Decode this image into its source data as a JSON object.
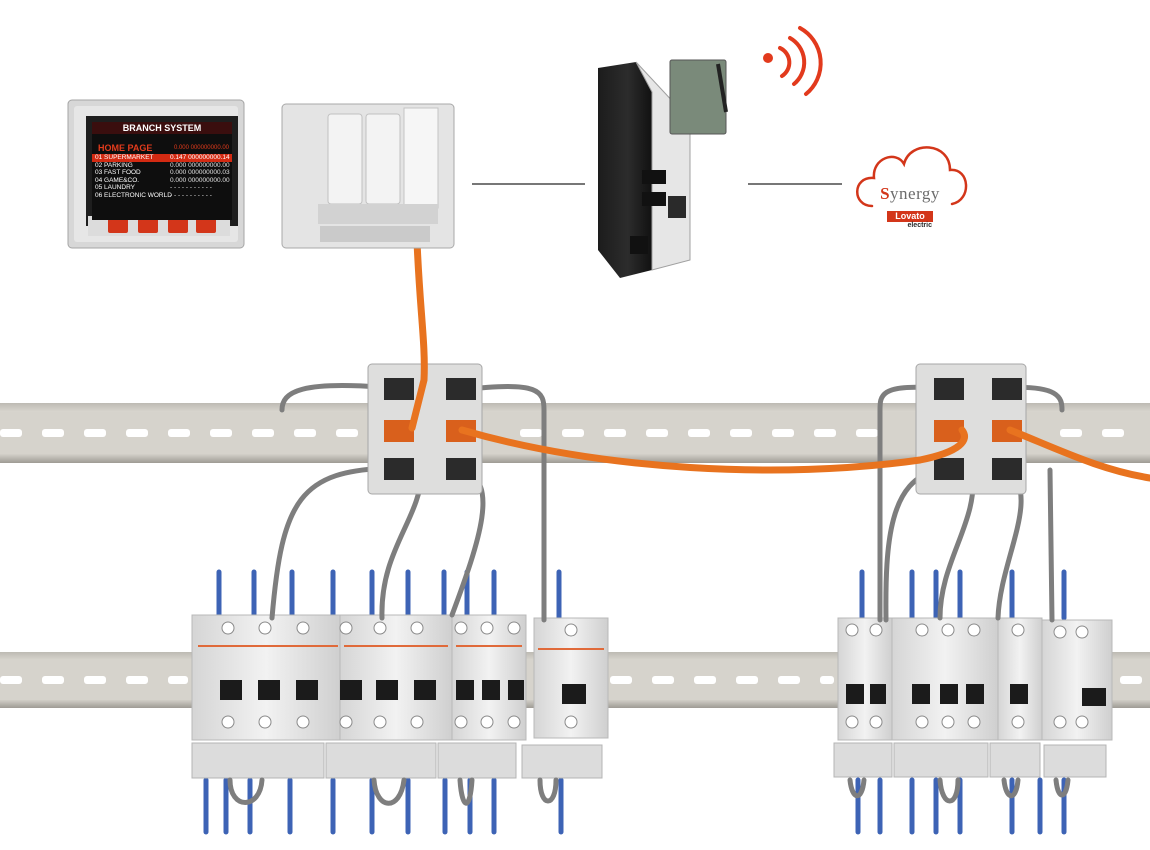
{
  "display": {
    "title": "BRANCH SYSTEM",
    "page": "HOME PAGE",
    "page_value": "0.000 000000000.00",
    "rows": [
      {
        "label": "01 SUPERMARKET",
        "value": "0.147 000000000.14",
        "selected": true
      },
      {
        "label": "02 PARKING",
        "value": "0.000 000000000.00",
        "selected": false
      },
      {
        "label": "03 FAST FOOD",
        "value": "0.000 000000000.03",
        "selected": false
      },
      {
        "label": "04 GAME&CO.",
        "value": "0.000 000000000.00",
        "selected": false
      },
      {
        "label": "05 LAUNDRY",
        "value": "- - - - - - - - - - -",
        "selected": false
      },
      {
        "label": "06 ELECTRONIC WORLD",
        "value": "- - - - - - - - - - -",
        "selected": false
      }
    ],
    "buttons": [
      "menu-button",
      "down-button",
      "up-button",
      "enter-button"
    ]
  },
  "cloud": {
    "name_first_letter": "S",
    "name_rest": "ynergy",
    "brand": "Lovato",
    "brand_sub": "electric"
  },
  "colors": {
    "cable_orange": "#e8731f",
    "cable_grey": "#7e7e7e",
    "busbar_blue": "#3d63b5",
    "brand_red": "#d3361a",
    "rail_grey": "#c9c6bf"
  },
  "icons": [
    "wifi-signal-icon",
    "cloud-icon",
    "antenna-icon"
  ]
}
